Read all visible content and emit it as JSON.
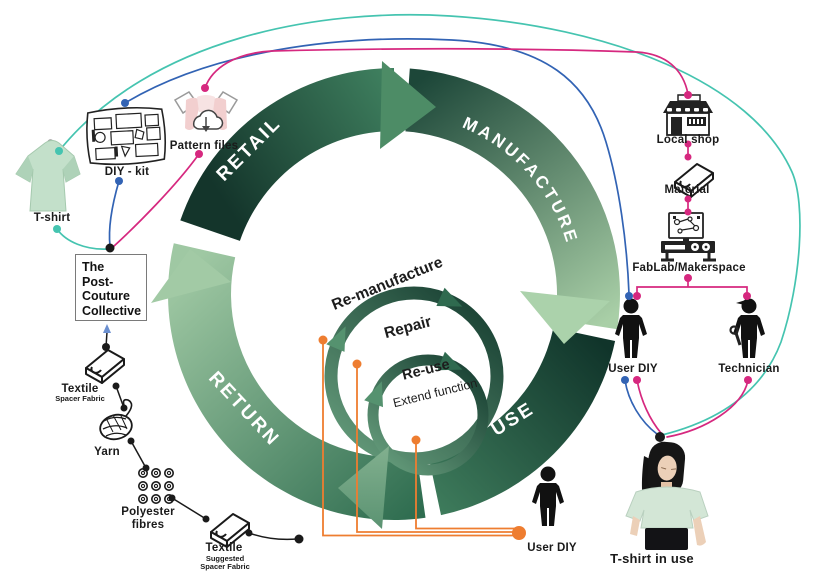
{
  "cycle": {
    "stages": {
      "retail": "RETAIL",
      "manufacture": "MANUFACTURE",
      "use": "USE",
      "return": "RETURN"
    },
    "loops": {
      "remanufacture": "Re-manufacture",
      "repair": "Repair",
      "reuse": "Re-use",
      "reuse_sub": "Extend function"
    }
  },
  "left": {
    "tshirt": "T-shirt",
    "diy_kit": "DIY - kit",
    "pattern_files": "Pattern files",
    "collective_line1": "The",
    "collective_line2": "Post-",
    "collective_line3": "Couture",
    "collective_line4": "Collective",
    "textile1": "Textile",
    "textile1_sub": "Spacer Fabric",
    "yarn": "Yarn",
    "polyester_line1": "Polyester",
    "polyester_line2": "fibres",
    "textile2": "Textile",
    "textile2_sub1": "Suggested",
    "textile2_sub2": "Spacer Fabric"
  },
  "right": {
    "local_shop": "Local shop",
    "material": "Material",
    "fablab": "FabLab/Makerspace",
    "user_diy": "User DIY",
    "technician": "Technician",
    "tshirt_in_use": "T-shirt in use"
  },
  "bottom": {
    "user_diy": "User DIY"
  },
  "colors": {
    "ring_dark": "#14352b",
    "ring_medium": "#3f805f",
    "ring_light": "#a9cfa7",
    "arrow_pale": "#abd2ab",
    "arrow_medium": "#4d8c66",
    "line_teal": "#45c4b0",
    "line_blue": "#3263b4",
    "line_pink": "#d6287f",
    "line_orange": "#ee7d30",
    "tshirt_mint": "#c3e0ca"
  }
}
